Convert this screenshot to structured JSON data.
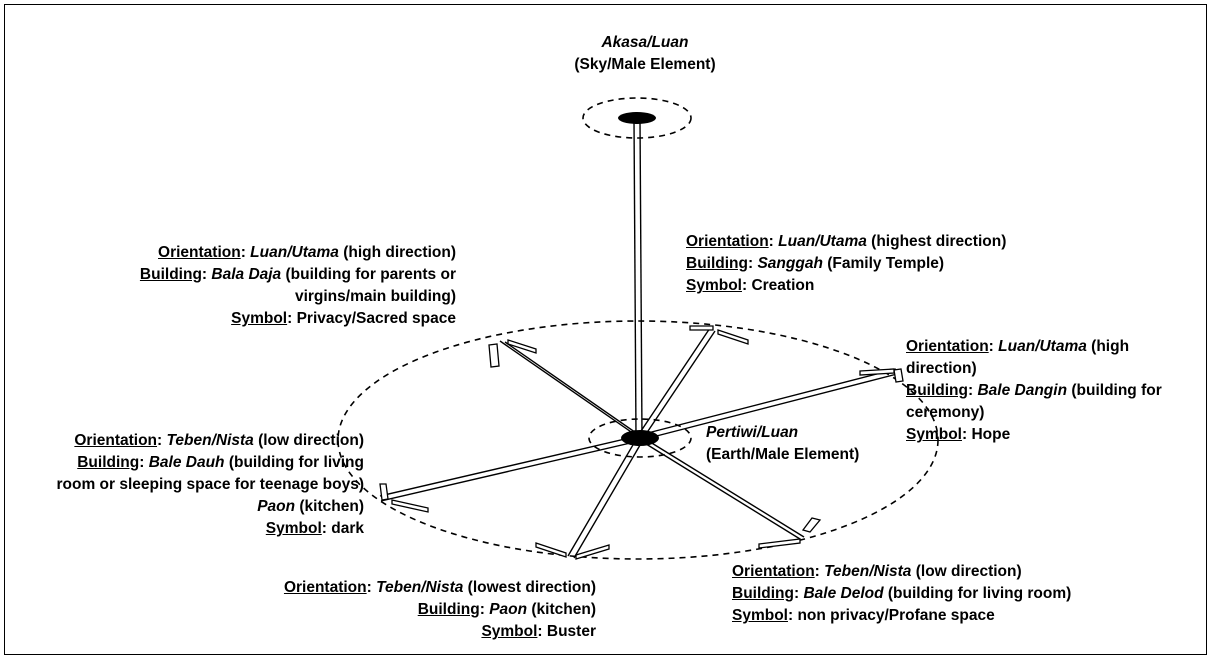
{
  "sky": {
    "name": "Akasa/Luan",
    "desc": "(Sky/Male Element)"
  },
  "earth": {
    "name": "Pertiwi/Luan",
    "desc": "(Earth/Male Element)"
  },
  "keys": {
    "orientation": "Orientation",
    "building": "Building",
    "symbol": "Symbol"
  },
  "upper_left": {
    "orientation_value": "Luan/Utama",
    "orientation_note": " (high direction)",
    "building_value": "Bala Daja",
    "building_note_1": " (building for parents or",
    "building_note_2": "virgins/main building)",
    "symbol_value": "Privacy/Sacred space"
  },
  "upper_center": {
    "orientation_value": "Luan/Utama",
    "orientation_note": " (highest direction)",
    "building_value": "Sanggah",
    "building_note": " (Family Temple)",
    "symbol_value": "Creation"
  },
  "right": {
    "orientation_value": "Luan/Utama",
    "orientation_note_1": " (high",
    "orientation_note_2": "direction)",
    "building_value": "Bale Dangin",
    "building_note_1": " (building for",
    "building_note_2": "ceremony)",
    "symbol_value": "Hope"
  },
  "left": {
    "orientation_value": "Teben/Nista",
    "orientation_note": " (low direction)",
    "building_value": "Bale Dauh",
    "building_note_1": " (building for living",
    "building_note_2": "room or sleeping space for teenage boys)",
    "building_value_2": "Paon",
    "building_note_3": " (kitchen)",
    "symbol_value": "dark"
  },
  "bottom_center": {
    "orientation_value": "Teben/Nista",
    "orientation_note": " (lowest direction)",
    "building_value": "Paon",
    "building_note": " (kitchen)",
    "symbol_value": "Buster"
  },
  "bottom_right": {
    "orientation_value": "Teben/Nista",
    "orientation_note": " (low direction)",
    "building_value": "Bale Delod",
    "building_note": " (building for living room)",
    "symbol_value": "non privacy/Profane space"
  }
}
